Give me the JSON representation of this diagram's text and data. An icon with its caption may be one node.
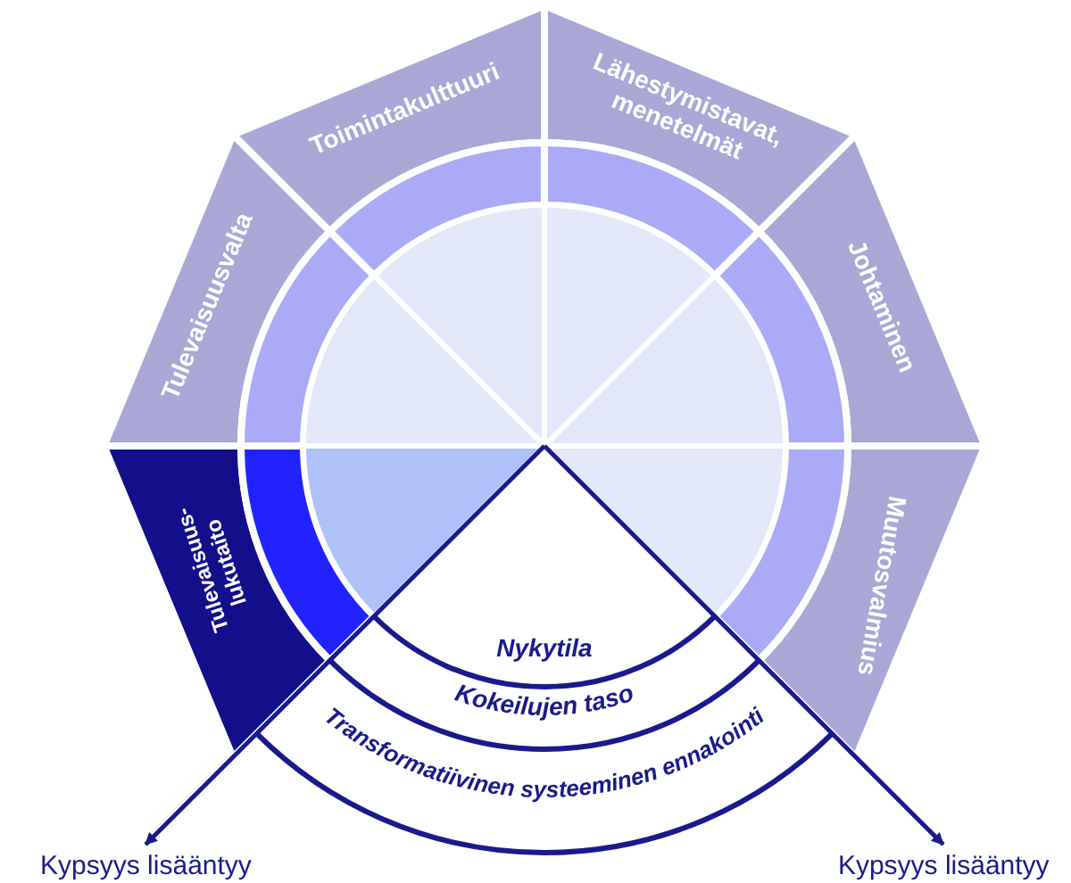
{
  "diagram": {
    "nodes": [
      {
        "text": [
          "Toimintakulttuuri"
        ]
      },
      {
        "text": [
          "Lähestymistavat, menetelmät"
        ]
      },
      {
        "text": [
          "Tulevaisuusvalta"
        ]
      },
      {
        "text": [
          "Johtaminen"
        ]
      },
      {
        "text": [
          "Tulevaisuus- lukutaito"
        ]
      },
      {
        "text": [
          "Muutosvalmius"
        ]
      },
      {
        "text": [
          "Nykytila"
        ]
      },
      {
        "text": [
          "Kokeilujen taso"
        ]
      },
      {
        "text": [
          "Transformatiivinen systeeminen ennakointi"
        ]
      },
      {
        "text": [
          "Kypsyys lisääntyy"
        ]
      },
      {
        "text": [
          "Kypsyys lisääntyy"
        ]
      }
    ],
    "edges": [
      {
        "from": null,
        "to": 9,
        "arrow": "to"
      },
      {
        "from": null,
        "to": 10,
        "arrow": "to"
      }
    ]
  }
}
